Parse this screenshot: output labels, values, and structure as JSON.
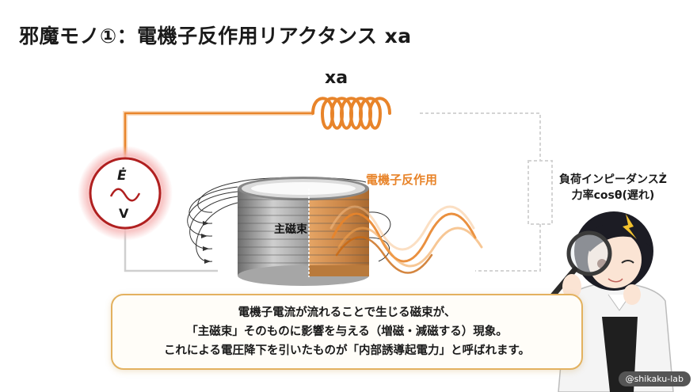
{
  "title": "邪魔モノ①：電機子反作用リアクタンス xa",
  "labels": {
    "reactance": "xa",
    "armature_reaction": "電機子反作用",
    "main_flux": "主磁束",
    "source_emf": "Ė",
    "source_voltage": "V",
    "load_line1": "負荷インピーダンスŻ",
    "load_line2": "力率cosθ(遅れ)"
  },
  "callout": {
    "line1": "電機子電流が流れることで生じる磁束が、",
    "line2": "「主磁束」そのものに影響を与える（増磁・減磁する）現象。",
    "line3": "これによる電圧降下を引いたものが「内部誘導起電力」と呼ばれます。"
  },
  "credit": "@shikaku-lab",
  "colors": {
    "accent_orange": "#e8842a",
    "source_red": "#b02020",
    "callout_border": "#e3b15f",
    "wire_gray": "#cfcfcf"
  }
}
